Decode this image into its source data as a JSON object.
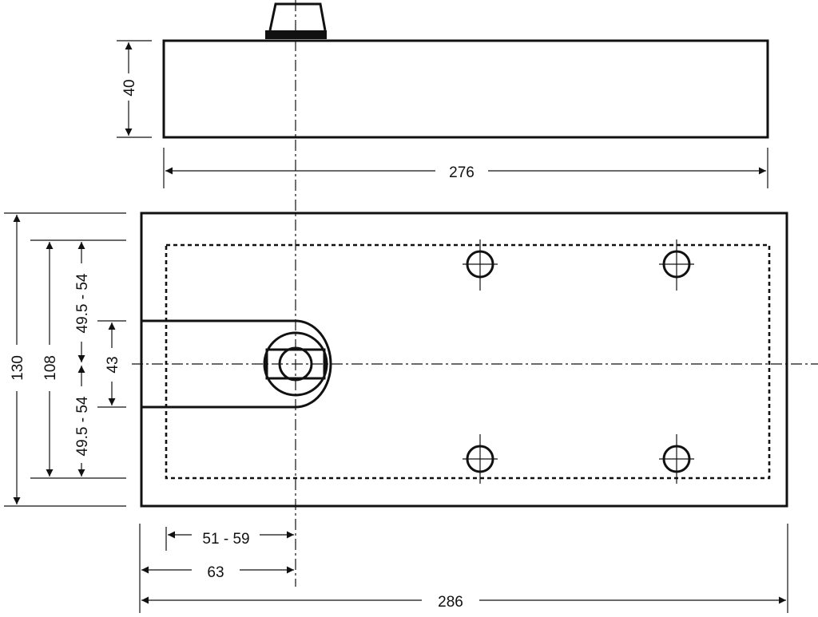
{
  "dimensions": {
    "top_height": "40",
    "top_width": "276",
    "overall_height": "130",
    "mounting_height": "108",
    "upper_offset": "49.5 - 54",
    "lower_offset": "49.5 - 54",
    "arm_height": "43",
    "spindle_range": "51 - 59",
    "spindle_offset": "63",
    "overall_width": "286"
  },
  "colors": {
    "line": "#111111",
    "background": "#ffffff"
  }
}
